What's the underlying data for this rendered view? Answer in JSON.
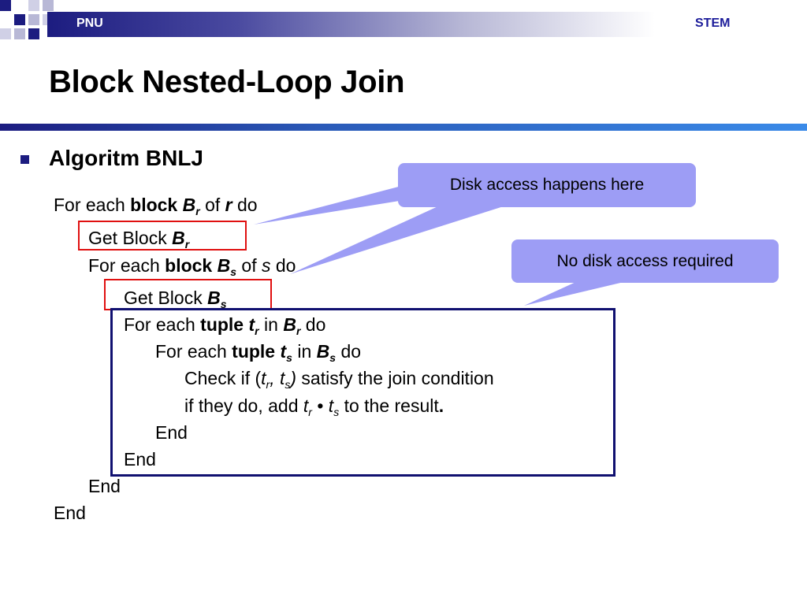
{
  "header": {
    "left_label": "PNU",
    "right_label": "STEM"
  },
  "title": "Block Nested-Loop Join",
  "bullet": "Algoritm BNLJ",
  "code": {
    "l1": {
      "a": "For each ",
      "b": "block",
      "c": " B",
      "d": "r",
      "e": " of ",
      "f": "r",
      "g": " do"
    },
    "l2": {
      "a": "Get Block ",
      "b": "B",
      "c": "r"
    },
    "l3": {
      "a": "For each ",
      "b": "block",
      "c": " B",
      "d": "s",
      "e": " of ",
      "f": "s",
      "g": " do"
    },
    "l4": {
      "a": "Get Block ",
      "b": "B",
      "c": "s"
    },
    "l5": {
      "a": "For each ",
      "b": "tuple",
      "c": " t",
      "d": "r",
      "e": " in ",
      "f": "B",
      "g": "r",
      "h": " do"
    },
    "l6": {
      "a": "For each ",
      "b": "tuple",
      "c": " t",
      "d": "s",
      "e": " in ",
      "f": "B",
      "g": "s",
      "h": " do"
    },
    "l7": {
      "a": "Check if (",
      "b": "t",
      "c": "r",
      "d": ", t",
      "e": "s",
      "f": ")",
      "g": " satisfy the join condition"
    },
    "l8": {
      "a": "if they do, add ",
      "b": "t",
      "c": "r",
      "d": " • ",
      "e": "t",
      "f": "s",
      "g": " to the result",
      "h": "."
    },
    "l9": "End",
    "l10": "End",
    "l11": "End",
    "l12": "End"
  },
  "callouts": {
    "disk": "Disk access happens here",
    "nodisk": "No disk access required"
  },
  "colors": {
    "navy": "#1c1c80",
    "callout_fill": "#9d9df5",
    "red_box": "#e01010",
    "blue_box": "#101070"
  }
}
